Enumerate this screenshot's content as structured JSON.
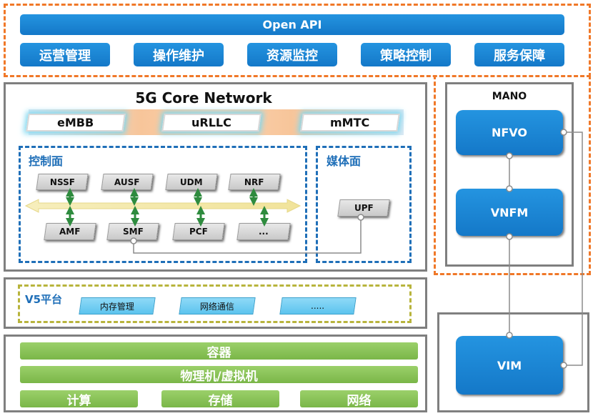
{
  "open_api": {
    "title": "Open API",
    "items": [
      "运营管理",
      "操作维护",
      "资源监控",
      "策略控制",
      "服务保障"
    ]
  },
  "core": {
    "title": "5G Core Network",
    "slices": [
      "eMBB",
      "uRLLC",
      "mMTC"
    ],
    "control_plane": {
      "label": "控制面",
      "top_row": [
        "NSSF",
        "AUSF",
        "UDM",
        "NRF"
      ],
      "bottom_row": [
        "AMF",
        "SMF",
        "PCF",
        "..."
      ]
    },
    "user_plane": {
      "label": "媒体面",
      "upf": "UPF"
    }
  },
  "v5": {
    "label": "V5平台",
    "items": [
      "内存管理",
      "网络通信",
      "....."
    ]
  },
  "infra": {
    "container": "容器",
    "machine": "物理机/虚拟机",
    "resources": [
      "计算",
      "存储",
      "网络"
    ]
  },
  "mano": {
    "title": "MANO",
    "nfvo": "NFVO",
    "vnfm": "VNFM",
    "vim": "VIM"
  },
  "colors": {
    "accent_blue": "#1478c8",
    "dash_orange": "#f07828",
    "dash_blue": "#1f6fb8",
    "green": "#7ab648",
    "frame_gray": "#7f7f7f"
  }
}
